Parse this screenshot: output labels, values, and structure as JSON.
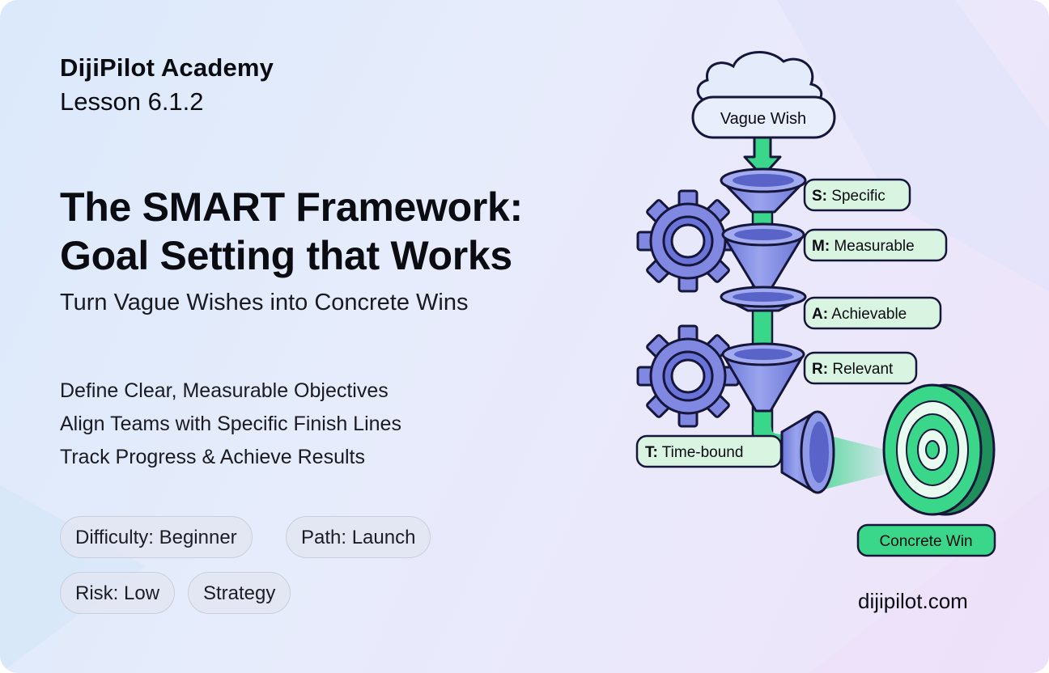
{
  "header": {
    "brand": "DijiPilot Academy",
    "lesson": "Lesson 6.1.2"
  },
  "hero": {
    "title_line1": "The SMART Framework:",
    "title_line2": "Goal Setting that Works",
    "subtitle": "Turn Vague Wishes into Concrete Wins"
  },
  "bullets": [
    "Define Clear, Measurable Objectives",
    "Align Teams with Specific Finish Lines",
    "Track Progress & Achieve Results"
  ],
  "tags": [
    "Difficulty: Beginner",
    "Path: Launch",
    "Risk: Low",
    "Strategy"
  ],
  "diagram": {
    "start": "Vague Wish",
    "steps": [
      {
        "key": "S:",
        "label": " Specific"
      },
      {
        "key": "M:",
        "label": " Measurable"
      },
      {
        "key": "A:",
        "label": " Achievable"
      },
      {
        "key": "R:",
        "label": " Relevant"
      },
      {
        "key": "T:",
        "label": " Time-bound"
      }
    ],
    "end": "Concrete Win"
  },
  "footer": {
    "site": "dijipilot.com"
  },
  "colors": {
    "funnel": "#8f9ae8",
    "funnel_dark": "#5f6bd0",
    "outline": "#15163a",
    "green": "#3ad68a",
    "label_fill": "#d9f5e2",
    "gear": "#8088e2"
  }
}
